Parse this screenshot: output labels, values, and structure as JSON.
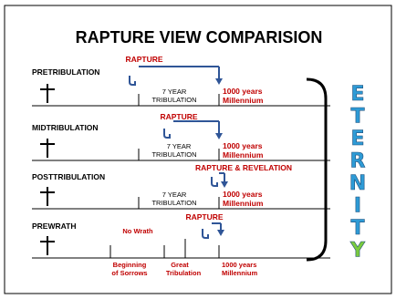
{
  "title": "RAPTURE VIEW COMPARISION",
  "colors": {
    "accent_red": "#c00000",
    "arrow_blue": "#2f5597",
    "eternity_blue": "#2e9bd6",
    "eternity_last": "#7acb3e"
  },
  "rows": [
    {
      "label": "PRETRIBULATION",
      "rapture": "RAPTURE",
      "tribulation_line1": "7 YEAR",
      "tribulation_line2": "TRIBULATION",
      "years": "1000 years",
      "millennium": "Millennium"
    },
    {
      "label": "MIDTRIBULATION",
      "rapture": "RAPTURE",
      "tribulation_line1": "7 YEAR",
      "tribulation_line2": "TRIBULATION",
      "years": "1000 years",
      "millennium": "Millennium"
    },
    {
      "label": "POSTTRIBULATION",
      "rapture": "RAPTURE & REVELATION",
      "tribulation_line1": "7 YEAR",
      "tribulation_line2": "TRIBULATION",
      "years": "1000 years",
      "millennium": "Millennium"
    },
    {
      "label": "PREWRATH",
      "rapture": "RAPTURE",
      "no_wrath": "No Wrath",
      "sorrows_line1": "Beginning",
      "sorrows_line2": "of Sorrows",
      "great_line1": "Great",
      "great_line2": "Tribulation",
      "years": "1000 years",
      "millennium": "Millennium"
    }
  ],
  "eternity_letters": [
    "E",
    "T",
    "E",
    "R",
    "N",
    "I",
    "T",
    "Y"
  ],
  "icons": [
    "cross-icon",
    "rapture-arrow-icon",
    "eternity-bracket"
  ]
}
